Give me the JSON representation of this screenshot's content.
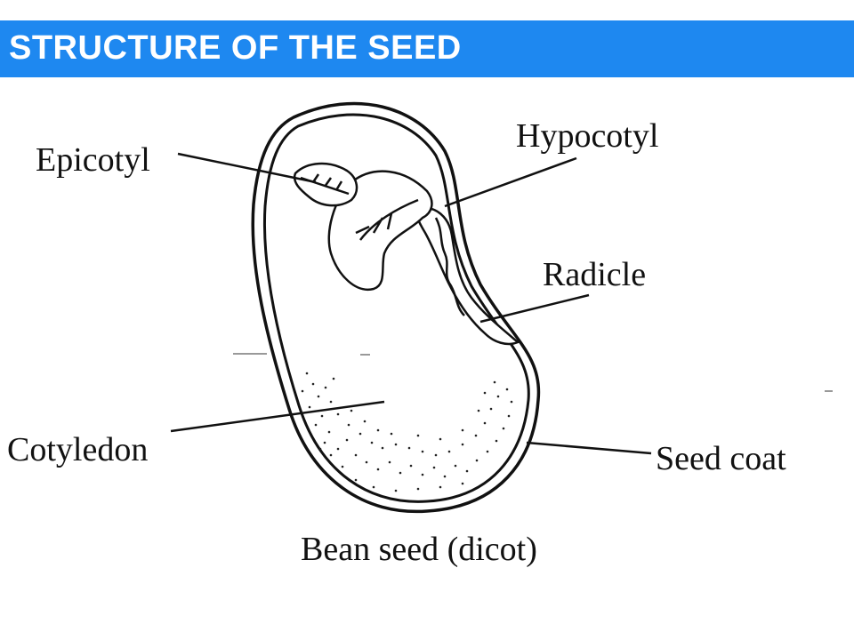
{
  "title": "STRUCTURE OF THE SEED",
  "diagram": {
    "labels": {
      "epicotyl": "Epicotyl",
      "hypocotyl": "Hypocotyl",
      "radicle": "Radicle",
      "cotyledon": "Cotyledon",
      "seed_coat": "Seed coat"
    },
    "caption": "Bean seed (dicot)"
  }
}
